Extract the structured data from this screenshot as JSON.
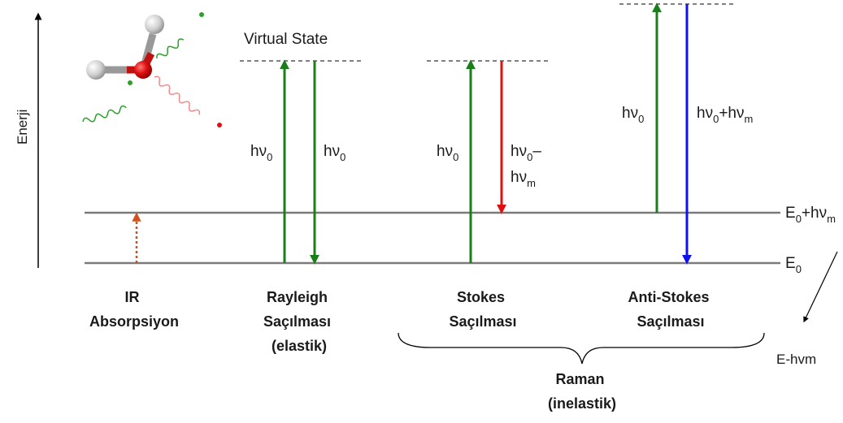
{
  "axis": {
    "y_label": "Enerji",
    "side_label": "E-hvm"
  },
  "virtual_state_label": "Virtual State",
  "levels": {
    "e0": {
      "main": "E",
      "sub": "0"
    },
    "e0_hvm": {
      "part1_main": "E",
      "part1_sub": "0",
      "part2": "+hν",
      "part2_sub": "m"
    }
  },
  "arrow_labels": {
    "hv0_main": "hν",
    "hv0_sub": "0",
    "stokes_line1_main": "hν",
    "stokes_line1_sub": "0",
    "stokes_line1_dash": "–",
    "stokes_line2_main": "hν",
    "stokes_line2_sub": "m",
    "anti_main1": "hν",
    "anti_sub1": "0",
    "anti_plus": "+hν",
    "anti_sub2": "m"
  },
  "processes": {
    "ir": {
      "line1": "IR",
      "line2": "Absorpsiyon"
    },
    "rayleigh": {
      "line1": "Rayleigh",
      "line2": "Saçılması",
      "line3": "(elastik)"
    },
    "stokes": {
      "line1": "Stokes",
      "line2": "Saçılması"
    },
    "anti_stokes": {
      "line1": "Anti-Stokes",
      "line2": "Saçılması"
    },
    "raman": {
      "line1": "Raman",
      "line2": "(inelastik)"
    }
  },
  "colors": {
    "green": "#1a7f1a",
    "red": "#e01010",
    "blue": "#1010ee",
    "orange_dotted": "#d4501a",
    "level_gray": "#7a7a7a"
  }
}
